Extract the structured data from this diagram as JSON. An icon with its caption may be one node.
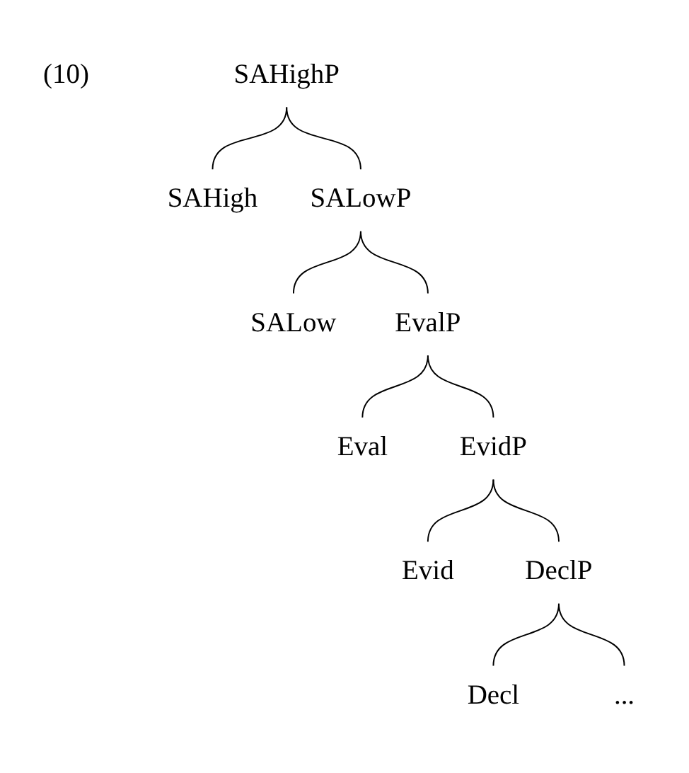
{
  "diagram": {
    "nodes": [
      {
        "text": [
          "SAHighP"
        ]
      },
      {
        "text": [
          "SAHigh"
        ]
      },
      {
        "text": [
          "SALowP"
        ]
      },
      {
        "text": [
          "SALow"
        ]
      },
      {
        "text": [
          "EvalP"
        ]
      },
      {
        "text": [
          "Eval"
        ]
      },
      {
        "text": [
          "EvidP"
        ]
      },
      {
        "text": [
          "Evid"
        ]
      },
      {
        "text": [
          "DeclP"
        ]
      },
      {
        "text": [
          "Decl"
        ]
      },
      {
        "text": [
          "..."
        ]
      }
    ],
    "edges": [
      {
        "from": 0,
        "to": 1,
        "arrow": "none"
      },
      {
        "from": 0,
        "to": 2,
        "arrow": "none"
      },
      {
        "from": 2,
        "to": 3,
        "arrow": "none"
      },
      {
        "from": 2,
        "to": 4,
        "arrow": "none"
      },
      {
        "from": 4,
        "to": 5,
        "arrow": "none"
      },
      {
        "from": 4,
        "to": 6,
        "arrow": "none"
      },
      {
        "from": 6,
        "to": 7,
        "arrow": "none"
      },
      {
        "from": 6,
        "to": 8,
        "arrow": "none"
      },
      {
        "from": 8,
        "to": 9,
        "arrow": "none"
      },
      {
        "from": 8,
        "to": 10,
        "arrow": "none"
      }
    ],
    "labels": [
      "(10)"
    ]
  }
}
